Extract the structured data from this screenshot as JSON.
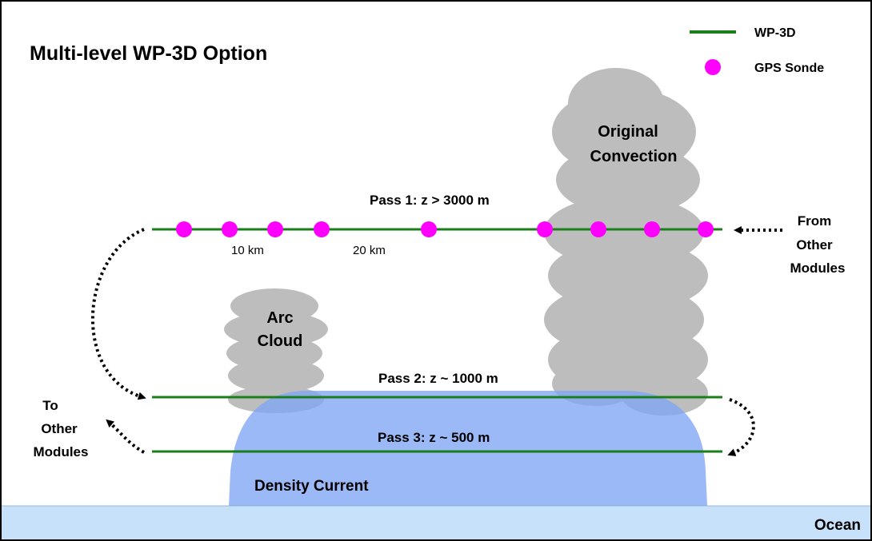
{
  "title": "Multi-level WP-3D Option",
  "legend": {
    "aircraft_label": "WP-3D",
    "sonde_label": "GPS Sonde"
  },
  "colors": {
    "aircraft_track": "#1a7f1a",
    "sonde": "#ff00ff",
    "cloud": "#bdbdbd",
    "density_current": "#7fa4f5",
    "ocean": "#c7e1fa"
  },
  "passes": [
    {
      "label": "Pass 1:  z > 3000 m"
    },
    {
      "label": "Pass 2:  z ~ 1000 m"
    },
    {
      "label": "Pass 3:  z ~ 500 m"
    }
  ],
  "spacing": {
    "short": "10 km",
    "long": "20 km"
  },
  "clouds": {
    "convection_line1": "Original",
    "convection_line2": "Convection",
    "arc_line1": "Arc",
    "arc_line2": "Cloud"
  },
  "from_modules": [
    "From",
    "Other",
    "Modules"
  ],
  "to_modules": [
    "To",
    "Other",
    "Modules"
  ],
  "density_current": "Density Current",
  "ocean": "Ocean"
}
